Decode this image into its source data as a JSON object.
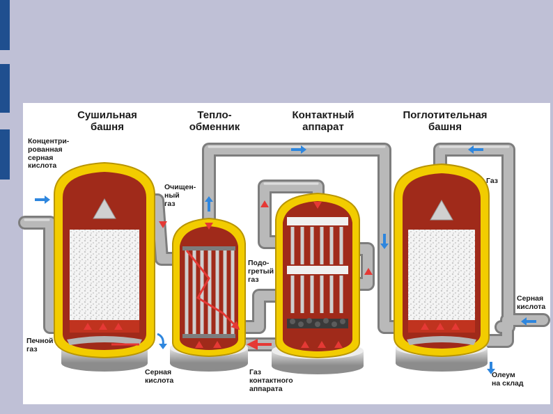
{
  "titles": {
    "drying_tower": "Сушильная\nбашня",
    "heat_exchanger": "Тепло-\nобменник",
    "contact_apparatus": "Контактный\nаппарат",
    "absorption_tower": "Поглотительная\nбашня"
  },
  "labels": {
    "concentrated_acid": "Концентри-\nрованная\nсерная\nкислота",
    "furnace_gas": "Печной\nгаз",
    "sulfuric_acid_bottom": "Серная\nкислота",
    "purified_gas": "Очищен-\nный\nгаз",
    "heated_gas": "Подо-\nгретый\nгаз",
    "contact_gas": "Газ\nконтактного\nаппарата",
    "gas_exit": "Газ",
    "sulfuric_acid_right": "Серная\nкислота",
    "oleum": "Олеум\nна склад"
  },
  "colors": {
    "background": "#bfc0d6",
    "accent": "#1f4f8f",
    "vessel_shell": "#f2cc00",
    "vessel_interior": "#a02a1a",
    "pipe": "#a8a8a8",
    "arrow_red": "#e53935",
    "arrow_blue": "#2e86de"
  }
}
